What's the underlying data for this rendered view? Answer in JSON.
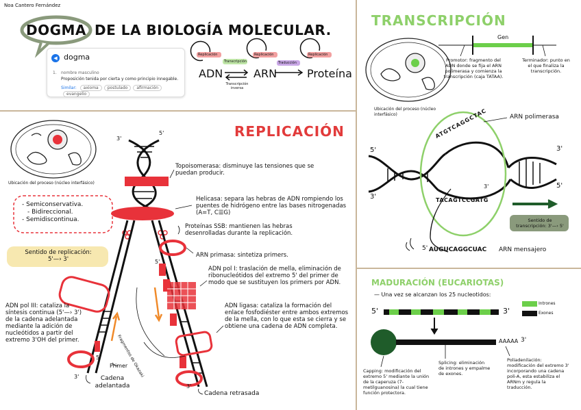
{
  "author": "Noa Cantero Fernández",
  "main_title": {
    "word": "DOGMA",
    "rest": "DE LA BIOLOGÍA MOLECULAR."
  },
  "dictionary": {
    "word": "dogma",
    "number": "1.",
    "category": "nombre masculino",
    "definition": "Proposición tenida por cierta y como principio innegable.",
    "similar_label": "Similar:",
    "similar": [
      "axioma",
      "postulado",
      "afirmación",
      "evangelio"
    ]
  },
  "dogma_flow": {
    "adn": "ADN",
    "arn": "ARN",
    "protein": "Proteína",
    "replication": "Replicación",
    "transcription": "Transcripción",
    "reverse": "Transcripción inversa",
    "replication2": "Replicación",
    "translation": "Traducción",
    "replication3": "Replicación"
  },
  "replication": {
    "title": "REPLICACIÓN",
    "cell_caption": "Ubicación del proceso (núcleo interfásico)",
    "properties": [
      "- Semiconservativa.",
      "- Bidireccional.",
      "- Semidiscontinua."
    ],
    "direction_label": "Sentido de replicación:",
    "direction_value": "5'—› 3'",
    "topoisomerasa": "Topoisomerasa: disminuye las tensiones que se puedan producir.",
    "helicasa": "Helicasa: separa las hebras de ADN rompiendo los puentes de hidrógeno entre las bases nitrogenadas (A=T, C☰G)",
    "ssb": "Proteínas SSB: mantienen las hebras desenrolladas durante la replicación.",
    "primasa": "ARN primasa: sintetiza primers.",
    "pol1": "ADN pol I: traslación de mella, eliminación de ribonucleótidos del extremo 5' del primer de modo que se sustituyen los primers por ADN.",
    "ligasa": "ADN ligasa: cataliza la formación del enlace fosfodiéster entre ambos extremos de la mella, con lo que esta se cierra y se obtiene una cadena de ADN completa.",
    "pol3": "ADN pol III: cataliza la síntesis continua (5'—› 3') de la cadena adelantada mediante la adición de nucleótidos a partir del extremo 3'OH del primer.",
    "primer": "Primer",
    "leading": "Cadena adelantada",
    "lagging": "Cadena retrasada",
    "okazaki": "Fragmentos de Okazaki",
    "label_3": "3'",
    "label_5": "5'"
  },
  "transcription": {
    "title": "TRANSCRIPCIÓN",
    "gene": "Gen",
    "promoter": "Promotor: fragmento del ADN donde se fija el ARN polimerasa y comienza la transcripción (caja TATAA).",
    "terminator": "Terminador: punto en el que finaliza la transcripción.",
    "cell_caption": "Ubicación del proceso (núcleo interfásico)",
    "polymerase": "ARN polimerasa",
    "top_seq": "ATGTCAGGCTAC",
    "bottom_seq": "TACAGTCCGATG",
    "mrna_seq": "AUGUCAGGCUAC",
    "mrna_label": "ARN mensajero",
    "direction": "Sentido de transcripción: 3'—› 5'",
    "label_3": "3'",
    "label_5": "5'"
  },
  "maturation": {
    "title": "MADURACIÓN (EUCARIOTAS)",
    "subtitle": "— Una vez se alcanzan los 25 nucleotidos:",
    "legend_intron": "Intrones",
    "legend_exon": "Exones",
    "polyA": "AAAAA",
    "capping": "Capping: modificación del extremo 5' mediante la unión de la caperuza (7-metilguanosina) la cual tiene función protectora.",
    "splicing": "Splicing: eliminación de intrones y empalme de exones.",
    "polyadenylation": "Poliadenilación: modificación del extremo 3' incorporando una cadena poli-A, esta estabiliza el ARNm y regula la traducción.",
    "label_3": "3'",
    "label_5": "5'"
  },
  "colors": {
    "red": "#e8323a",
    "green": "#8ed06a",
    "dark_green": "#1f5c2a",
    "sage": "#8a9a7c",
    "tan": "#c9b69a"
  }
}
